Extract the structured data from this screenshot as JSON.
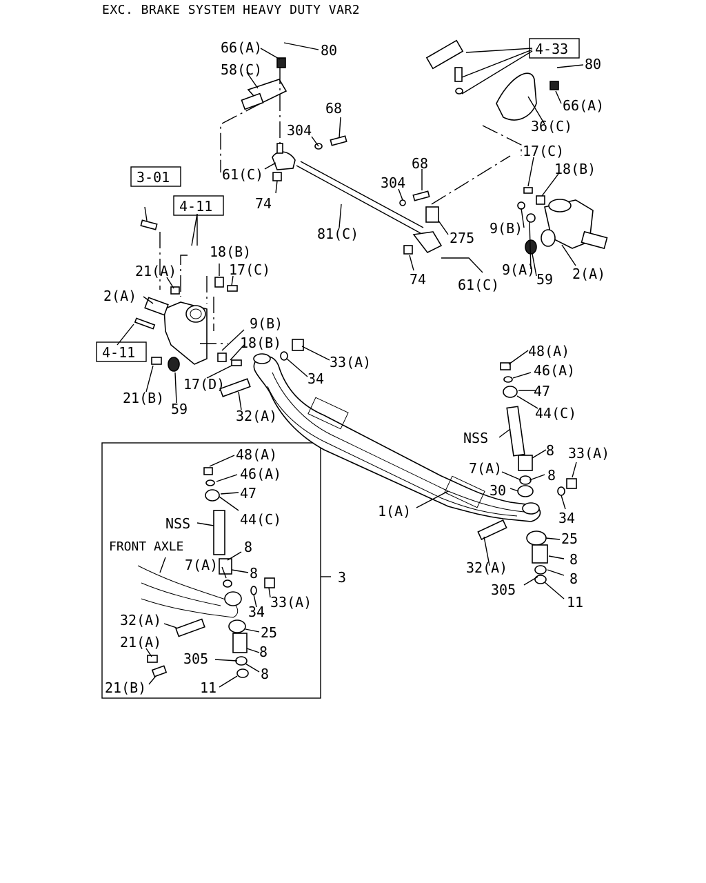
{
  "title": "EXC. BRAKE SYSTEM HEAVY DUTY VAR2",
  "ref_boxes": [
    "4-33",
    "3-01",
    "4-11",
    "4-11"
  ],
  "callouts": [
    "66(A)",
    "80",
    "58(C)",
    "68",
    "304",
    "61(C)",
    "74",
    "81(C)",
    "68",
    "304",
    "275",
    "74",
    "61(C)",
    "80",
    "66(A)",
    "36(C)",
    "17(C)",
    "18(B)",
    "9(B)",
    "9(A)",
    "59",
    "2(A)",
    "21(A)",
    "18(B)",
    "17(C)",
    "2(A)",
    "9(B)",
    "18(B)",
    "17(D)",
    "21(B)",
    "59",
    "33(A)",
    "34",
    "32(A)",
    "48(A)",
    "46(A)",
    "47",
    "44(C)",
    "NSS",
    "8",
    "7(A)",
    "8",
    "33(A)",
    "30",
    "34",
    "1(A)",
    "25",
    "32(A)",
    "8",
    "8",
    "305",
    "11",
    "48(A)",
    "46(A)",
    "47",
    "44(C)",
    "NSS",
    "FRONT AXLE",
    "8",
    "7(A)",
    "8",
    "33(A)",
    "34",
    "32(A)",
    "25",
    "21(A)",
    "8",
    "305",
    "8",
    "21(B)",
    "11",
    "3"
  ]
}
